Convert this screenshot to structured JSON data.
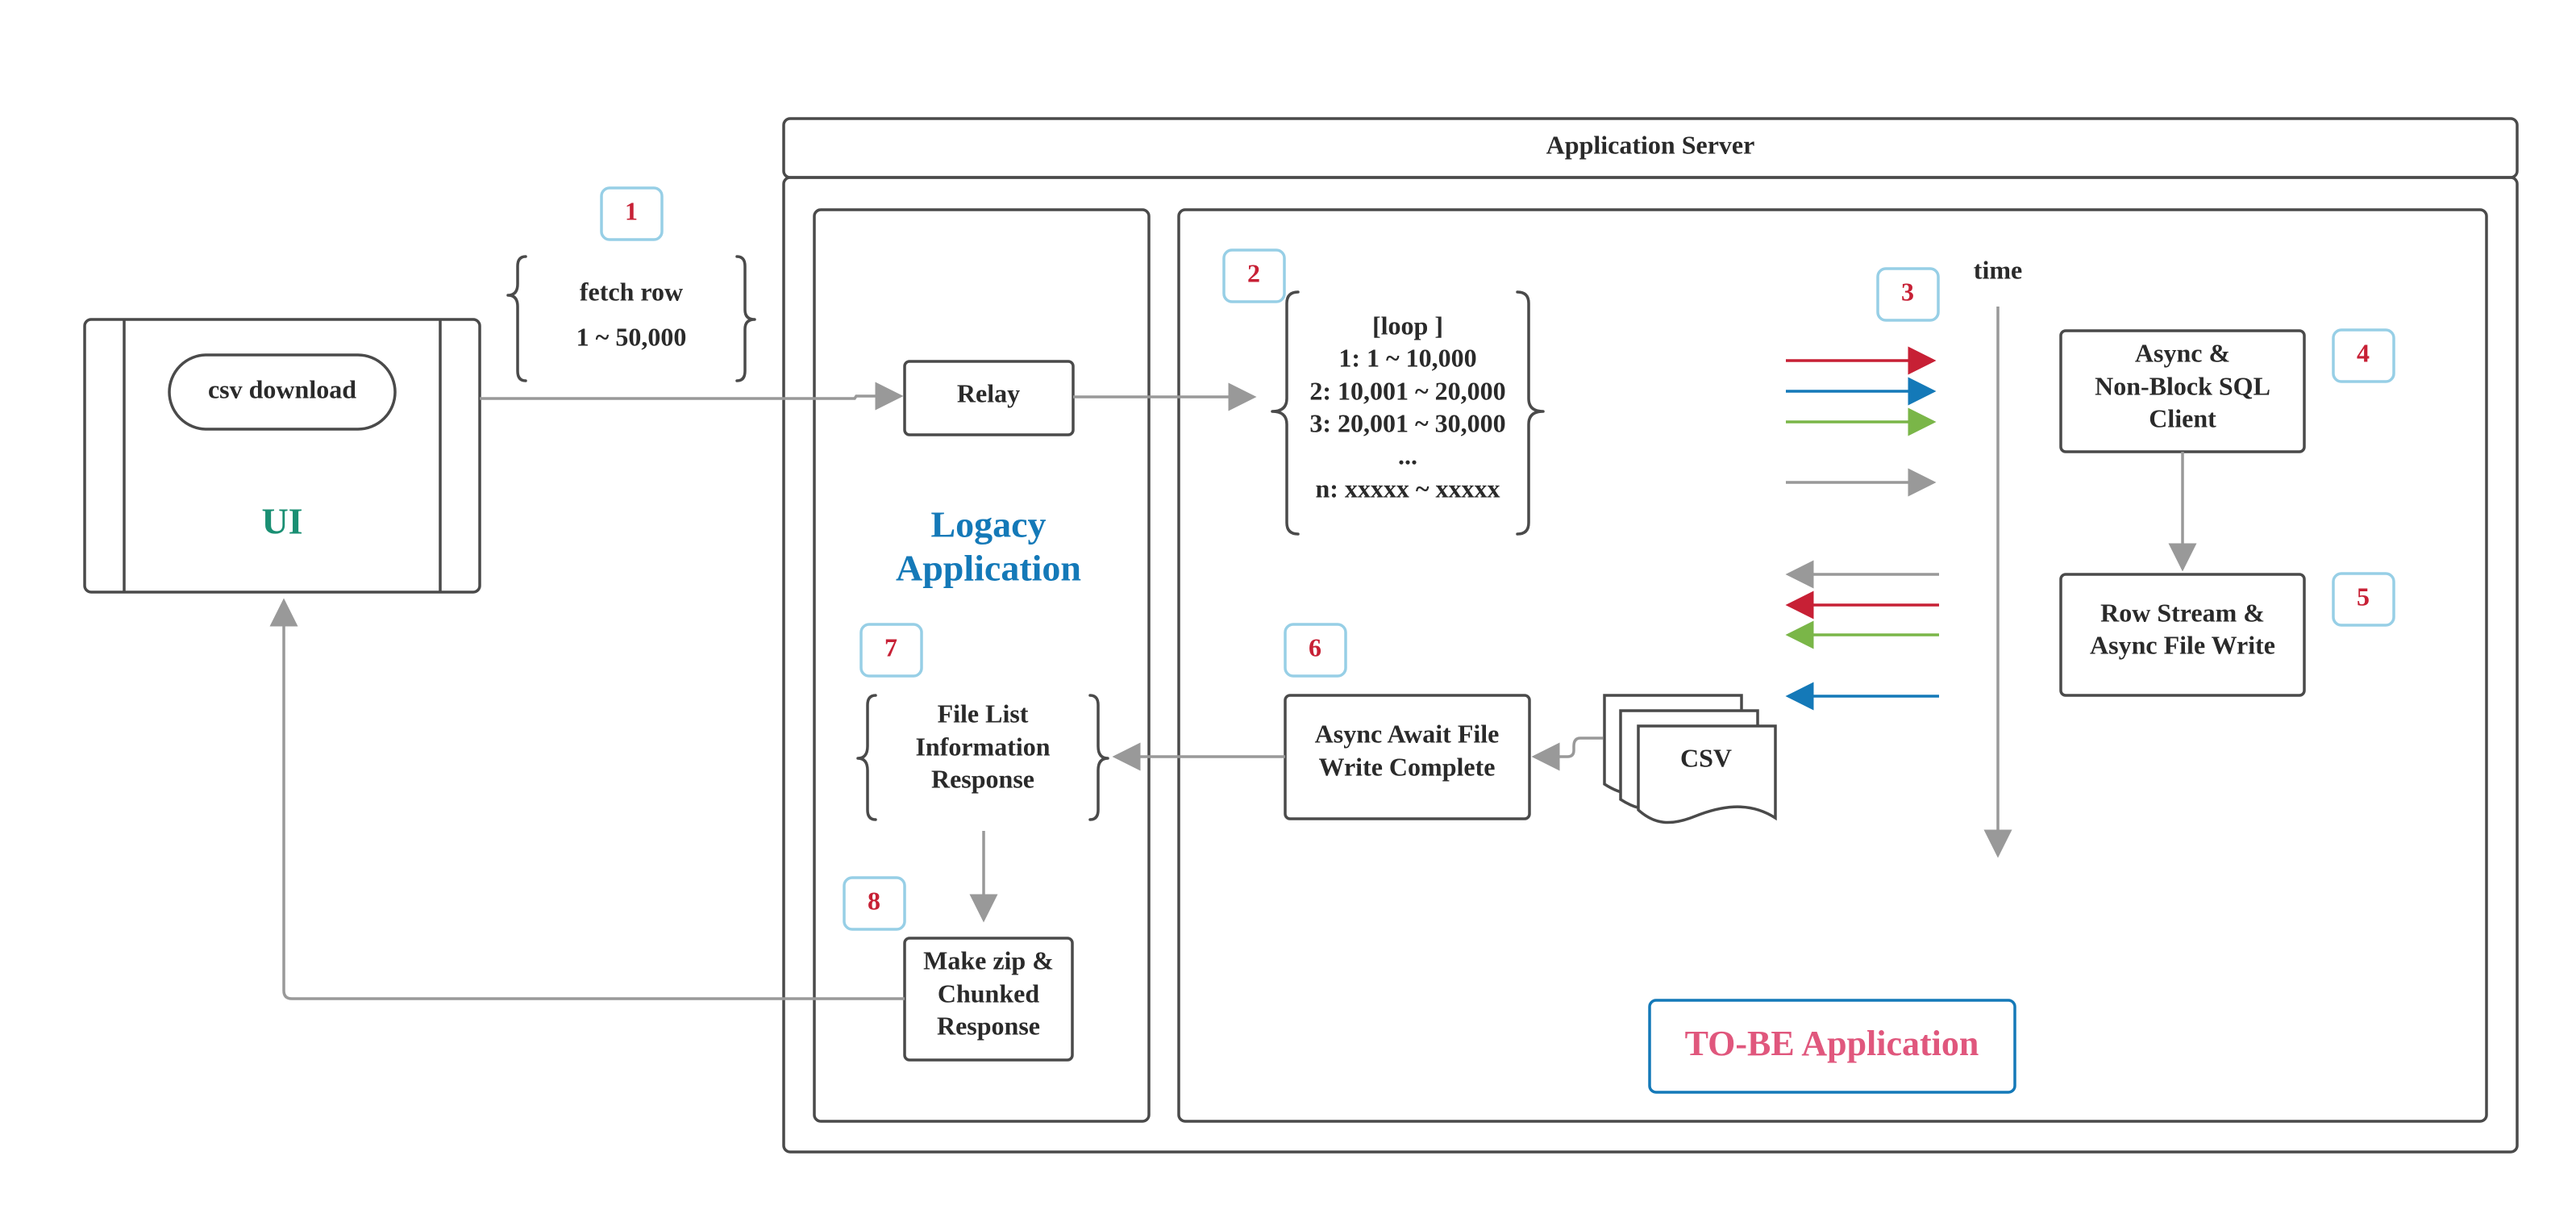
{
  "ui_panel": {
    "button": "csv download",
    "title": "UI"
  },
  "fetch": {
    "line1": "fetch row",
    "line2": "1 ~ 50,000"
  },
  "server": {
    "title": "Application Server"
  },
  "legacy": {
    "relay": "Relay",
    "title1": "Logacy",
    "title2": "Application"
  },
  "loop": {
    "lines": [
      "[loop ]",
      "1: 1 ~ 10,000",
      "2: 10,001 ~ 20,000",
      "3: 20,001 ~ 30,000",
      "...",
      "n: xxxxx ~ xxxxx"
    ]
  },
  "time_label": "time",
  "sql_client": {
    "lines": [
      "Async &",
      "Non-Block SQL",
      "Client"
    ]
  },
  "row_stream": {
    "lines": [
      "Row Stream &",
      "Async File Write"
    ]
  },
  "await": {
    "lines": [
      "Async Await File",
      "Write Complete"
    ]
  },
  "csv_label": "CSV",
  "file_list": {
    "lines": [
      "File List",
      "Information",
      "Response"
    ]
  },
  "zip": {
    "lines": [
      "Make zip &",
      "Chunked",
      "Response"
    ]
  },
  "tobe": {
    "title": "TO-BE Application"
  },
  "badges": [
    "1",
    "2",
    "3",
    "4",
    "5",
    "6",
    "7",
    "8"
  ],
  "colors": {
    "ui_title": "#1a8f73",
    "legacy_title": "#1479b8",
    "tobe_title": "#e0577d",
    "tobe_border": "#1479b8",
    "badge_border": "#97cfe6",
    "badge_number": "#c72035",
    "arrow_red": "#c72035",
    "arrow_blue": "#1479b8",
    "arrow_green": "#7ab648",
    "arrow_gray": "#999999"
  }
}
